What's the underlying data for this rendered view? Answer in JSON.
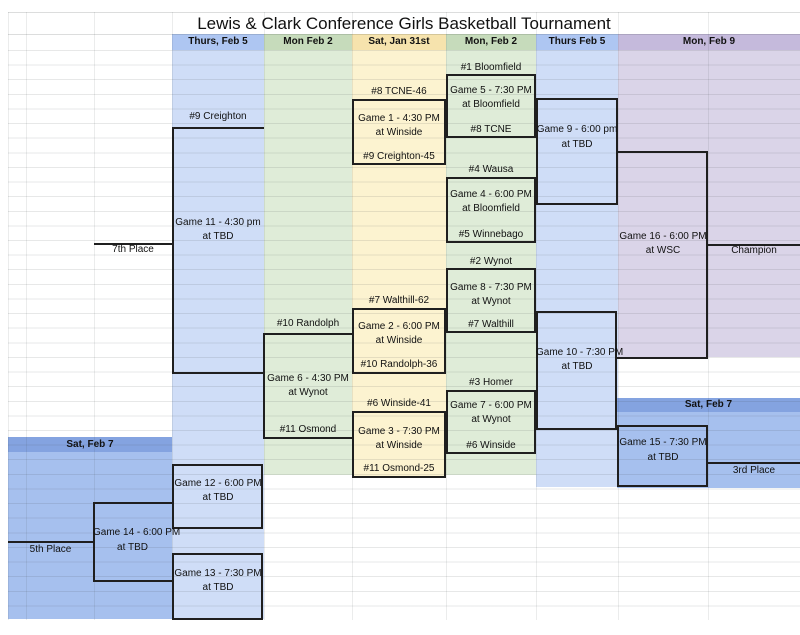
{
  "title": "Lewis & Clark Conference Girls Basketball Tournament",
  "column_headers": {
    "round_losers_thurs": "Thurs, Feb 5",
    "round_losers_mon": "Mon Feb 2",
    "round_first": "Sat, Jan 31st",
    "round_quarters": "Mon, Feb 2",
    "round_semis": "Thurs Feb 5",
    "round_final": "Mon, Feb 9",
    "sat_left": "Sat, Feb 7",
    "sat_right": "Sat, Feb 7"
  },
  "labels": {
    "a": [
      "5th Place"
    ],
    "b": [
      "7th Place",
      "Game 14 - 6:00 PM",
      "at TBD"
    ],
    "c": [
      "#9 Creighton",
      "Game 11 - 4:30 pm",
      "at TBD",
      "Game 12 - 6:00 PM",
      "at TBD",
      "Game 13 - 7:30 PM",
      "at TBD"
    ],
    "d": [
      "#10 Randolph",
      "Game 6 - 4:30 PM",
      "at Wynot",
      "#11 Osmond"
    ],
    "e": [
      "#8 TCNE-46",
      "Game 1 - 4:30 PM",
      "at Winside",
      "#9 Creighton-45",
      "#7 Walthill-62",
      "Game 2 - 6:00 PM",
      "at Winside",
      "#10 Randolph-36",
      "#6 Winside-41",
      "Game 3 - 7:30 PM",
      "at Winside",
      "#11 Osmond-25"
    ],
    "f": [
      "#1 Bloomfield",
      "Game 5 - 7:30 PM",
      "at Bloomfield",
      "#8 TCNE",
      "#4 Wausa",
      "Game 4 - 6:00 PM",
      "at Bloomfield",
      "#5 Winnebago",
      "#2 Wynot",
      "Game 8 - 7:30 PM",
      "at Wynot",
      "#7 Walthill",
      "#3 Homer",
      "Game 7 - 6:00 PM",
      "at Wynot",
      "#6 Winside"
    ],
    "g": [
      "Game 9 - 6:00 pm",
      "at TBD",
      "Game 10 - 7:30 PM",
      "at TBD"
    ],
    "h": [
      "Game 16 - 6:00 PM",
      "at WSC",
      "Game 15 - 7:30 PM",
      "at TBD"
    ],
    "i": [
      "Champion",
      "3rd Place"
    ]
  },
  "colors": {
    "header_blue": "#aec6f2",
    "body_blue": "#cfddf7",
    "header_green": "#c6dbbb",
    "body_green": "#dfecd8",
    "header_yellow": "#f6e3ad",
    "body_yellow": "#fcf3d0",
    "header_purple": "#c5badc",
    "body_purple": "#dad4e8",
    "sat_header_blue": "#84a3e0",
    "sat_body_blue": "#a6c0ee",
    "bracket_line": "#1f1f1f"
  }
}
